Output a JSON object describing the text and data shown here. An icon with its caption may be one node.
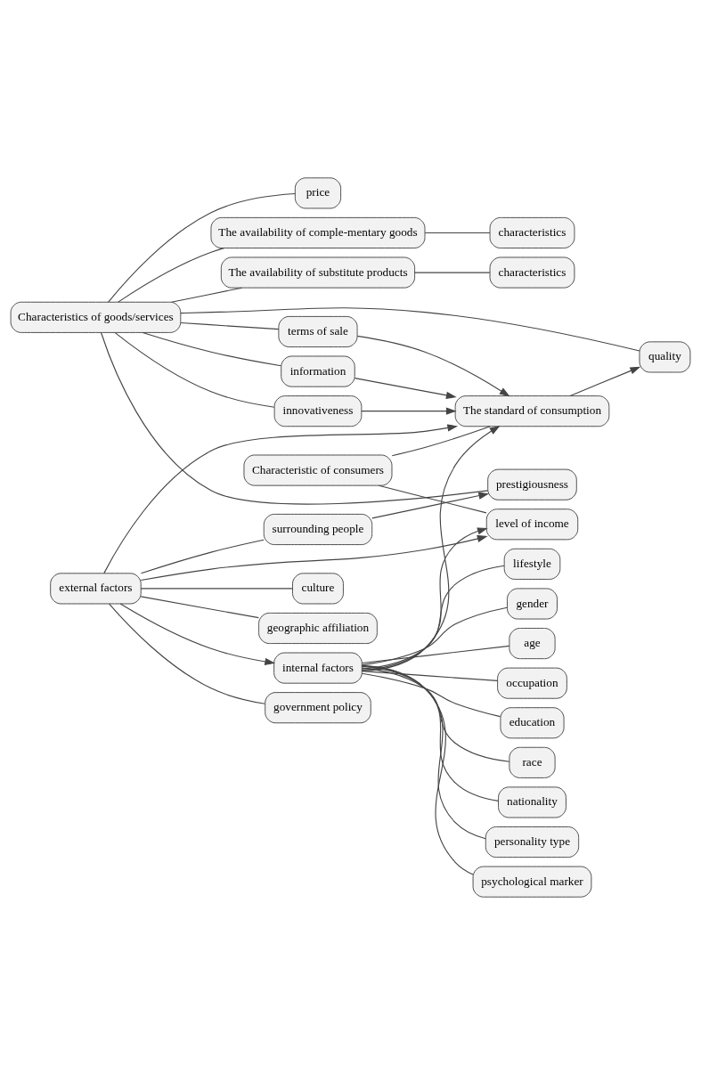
{
  "diagram": {
    "nodes": [
      {
        "text": [
          "Characteristics of goods/services"
        ]
      },
      {
        "text": [
          "Characteristic of consumers"
        ]
      },
      {
        "text": [
          "price"
        ]
      },
      {
        "text": [
          "level of income"
        ]
      },
      {
        "text": [
          "quality"
        ]
      },
      {
        "text": [
          "The standard of consumption"
        ]
      },
      {
        "text": [
          "terms of sale"
        ]
      },
      {
        "text": [
          "information"
        ]
      },
      {
        "text": [
          "innovativeness"
        ]
      },
      {
        "text": [
          "external factors"
        ]
      },
      {
        "text": [
          "internal factors"
        ]
      },
      {
        "text": [
          "surrounding people"
        ]
      },
      {
        "text": [
          "gender"
        ]
      },
      {
        "text": [
          "age"
        ]
      },
      {
        "text": [
          "prestigiousness"
        ]
      },
      {
        "text": [
          "culture"
        ]
      },
      {
        "text": [
          "occupation"
        ]
      },
      {
        "text": [
          "The availability of comple-mentary goods"
        ]
      },
      {
        "text": [
          "characteristics"
        ]
      },
      {
        "text": [
          "geographic affiliation"
        ]
      },
      {
        "text": [
          "education"
        ]
      },
      {
        "text": [
          "The availability of substitute products"
        ]
      },
      {
        "text": [
          "characteristics"
        ]
      },
      {
        "text": [
          "government policy"
        ]
      },
      {
        "text": [
          "race"
        ]
      },
      {
        "text": [
          "nationality"
        ]
      },
      {
        "text": [
          "personality type"
        ]
      },
      {
        "text": [
          "psychological marker"
        ]
      },
      {
        "text": [
          "lifestyle"
        ]
      }
    ],
    "edges": [
      {
        "from": 0,
        "to": 2,
        "arrow": "none"
      },
      {
        "from": 0,
        "to": 4,
        "arrow": "none"
      },
      {
        "from": 0,
        "to": 6,
        "arrow": "none"
      },
      {
        "from": 0,
        "to": 7,
        "arrow": "none"
      },
      {
        "from": 0,
        "to": 8,
        "arrow": "none"
      },
      {
        "from": 0,
        "to": 14,
        "arrow": "none"
      },
      {
        "from": 0,
        "to": 17,
        "arrow": "none"
      },
      {
        "from": 0,
        "to": 21,
        "arrow": "none"
      },
      {
        "from": 1,
        "to": 3,
        "arrow": "none"
      },
      {
        "from": 1,
        "to": 5,
        "arrow": "none"
      },
      {
        "from": 5,
        "to": 4,
        "arrow": "to"
      },
      {
        "from": 6,
        "to": 5,
        "arrow": "to"
      },
      {
        "from": 7,
        "to": 5,
        "arrow": "to"
      },
      {
        "from": 8,
        "to": 5,
        "arrow": "to"
      },
      {
        "from": 9,
        "to": 3,
        "arrow": "to"
      },
      {
        "from": 10,
        "to": 3,
        "arrow": "to"
      },
      {
        "from": 9,
        "to": 5,
        "arrow": "to"
      },
      {
        "from": 10,
        "to": 5,
        "arrow": "to"
      },
      {
        "from": 9,
        "to": 10,
        "arrow": "to"
      },
      {
        "from": 9,
        "to": 11,
        "arrow": "none"
      },
      {
        "from": 9,
        "to": 15,
        "arrow": "none"
      },
      {
        "from": 9,
        "to": 19,
        "arrow": "none"
      },
      {
        "from": 9,
        "to": 23,
        "arrow": "none"
      },
      {
        "from": 11,
        "to": 14,
        "arrow": "to"
      },
      {
        "from": 17,
        "to": 18,
        "arrow": "none"
      },
      {
        "from": 21,
        "to": 22,
        "arrow": "none"
      },
      {
        "from": 10,
        "to": 12,
        "arrow": "none"
      },
      {
        "from": 10,
        "to": 13,
        "arrow": "none"
      },
      {
        "from": 10,
        "to": 16,
        "arrow": "none"
      },
      {
        "from": 10,
        "to": 20,
        "arrow": "none"
      },
      {
        "from": 10,
        "to": 24,
        "arrow": "none"
      },
      {
        "from": 10,
        "to": 25,
        "arrow": "none"
      },
      {
        "from": 10,
        "to": 26,
        "arrow": "none"
      },
      {
        "from": 10,
        "to": 27,
        "arrow": "none"
      },
      {
        "from": 10,
        "to": 28,
        "arrow": "none"
      }
    ]
  }
}
